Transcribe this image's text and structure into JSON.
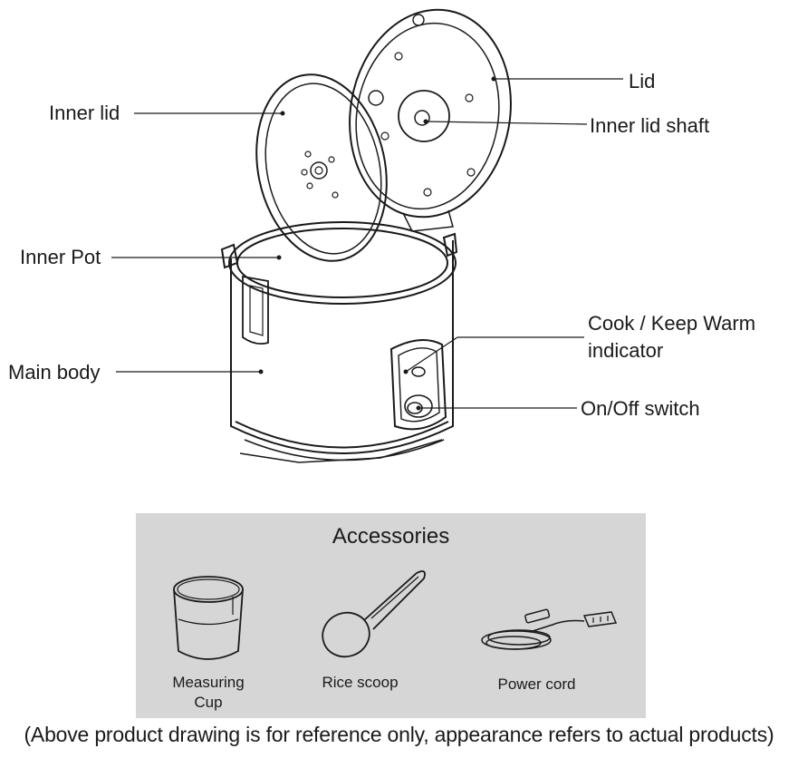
{
  "callouts": {
    "inner_lid": "Inner lid",
    "inner_pot": "Inner Pot",
    "main_body": "Main body",
    "lid": "Lid",
    "inner_lid_shaft": "Inner lid shaft",
    "cook_keep_warm_line1": "Cook / Keep Warm",
    "cook_keep_warm_line2": "indicator",
    "on_off_switch": "On/Off switch"
  },
  "accessories": {
    "title": "Accessories",
    "items": [
      {
        "label_line1": "Measuring",
        "label_line2": "Cup",
        "icon": "measuring-cup-icon"
      },
      {
        "label_line1": "Rice scoop",
        "icon": "rice-scoop-icon"
      },
      {
        "label_line1": "Power cord",
        "icon": "power-cord-icon"
      }
    ]
  },
  "footnote": "(Above product drawing is for reference only, appearance refers to actual products)",
  "colors": {
    "panel_background": "#d6d6d6",
    "line_art": "#1a1a1a"
  }
}
